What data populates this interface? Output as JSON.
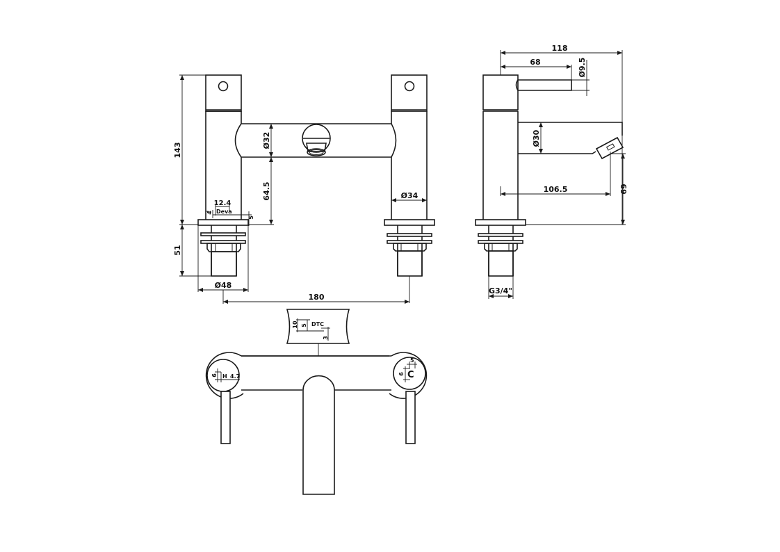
{
  "drawing": {
    "subject": "Bath filler mixer tap",
    "line_color": "#1a1a1a",
    "background": "#ffffff"
  },
  "front_view": {
    "dims": {
      "overall_height": "143",
      "spout_diameter": "Ø32",
      "spout_height": "64.5",
      "body_diameter": "Ø34",
      "base_detail_width": "12.4",
      "base_detail_height": "4",
      "base_detail_label": "Deva",
      "base_detail_offset": "5",
      "fixing_length": "51",
      "flange_diameter": "Ø48",
      "centres": "180"
    }
  },
  "side_view": {
    "dims": {
      "overall_depth": "118",
      "lever_length": "68",
      "lever_diameter": "Ø9.5",
      "spout_diameter": "Ø30",
      "spout_reach": "106.5",
      "spout_outlet_height": "69",
      "thread": "G3/4\""
    }
  },
  "top_view": {
    "dims": {
      "logo_height": "10",
      "logo_inner": "5",
      "logo_label": "DTC",
      "logo_offset": "3",
      "hot_marker_height": "6",
      "hot_marker_width": "4.7",
      "hot_marker_label": "H",
      "cold_marker_width": "5",
      "cold_marker_height": "6",
      "cold_marker_label": "C"
    }
  }
}
